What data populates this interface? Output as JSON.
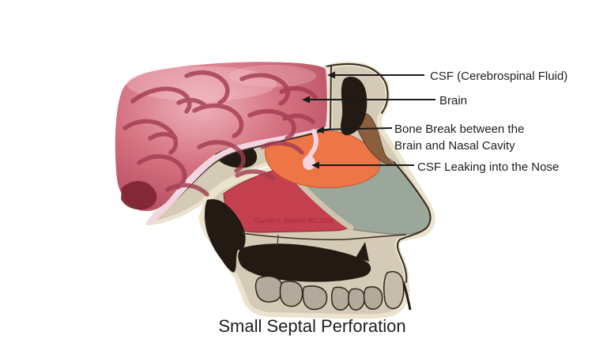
{
  "title": "Small Septal Perforation",
  "watermark": "Garrett H. Bennett MD 2018",
  "labels": {
    "csf": "CSF (Cerebrospinal Fluid)",
    "brain": "Brain",
    "bone_break_line1": "Bone Break between the",
    "bone_break_line2": "Brain and Nasal Cavity",
    "csf_leak": "CSF Leaking into the Nose"
  },
  "colors": {
    "bone": "#d5cab6",
    "bone_halo": "#ece3cf",
    "bone_shadow": "#b9ab94",
    "brain_mid": "#cb6273",
    "brain_light": "#ecacb5",
    "brain_sulcus": "#a23c4f",
    "brain_deep": "#7e2635",
    "csf_pink": "#f2d5e0",
    "nasal_orange": "#ee7646",
    "septum_red": "#c4404f",
    "sage_gray": "#9aa79a",
    "tissue_brown": "#8a5f3e",
    "ink_black": "#221a13",
    "teeth_gray": "#b4aa9c",
    "pointer_line": "#1a1a1a",
    "label_text": "#1d1d1d",
    "watermark_red": "#a5243a"
  }
}
